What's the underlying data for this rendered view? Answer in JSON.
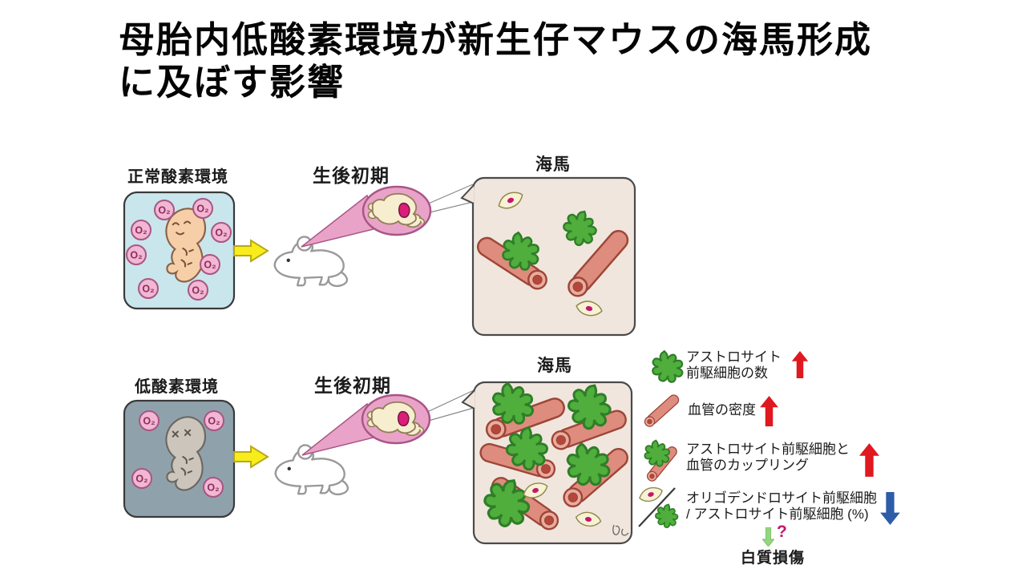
{
  "title": {
    "line1": "母胎内低酸素環境が新生仔マウスの海馬形成",
    "line2": "に及ぼす影響"
  },
  "shared": {
    "o2": "O₂",
    "postnatal_label": "生後初期",
    "hippocampus_label": "海馬"
  },
  "normoxia": {
    "label": "正常酸素環境",
    "o2_count": 8,
    "astrocyte_count": 2,
    "vessel_count": 2,
    "opc_count": 2
  },
  "hypoxia": {
    "label": "低酸素環境",
    "o2_count": 4,
    "astrocyte_count": 5,
    "vessel_count": 5,
    "opc_count": 2
  },
  "legend": {
    "items": [
      {
        "icon": "astrocyte-icon",
        "lines": [
          "アストロサイト",
          "前駆細胞の数"
        ],
        "direction": "up",
        "arrow_color": "#E0181F"
      },
      {
        "icon": "blood-vessel-icon",
        "lines": [
          "血管の密度"
        ],
        "direction": "up",
        "arrow_color": "#E0181F"
      },
      {
        "icon": "astrocyte-vessel-coupling-icon",
        "lines": [
          "アストロサイト前駆細胞と",
          "血管のカップリング"
        ],
        "direction": "up",
        "arrow_color": "#E0181F"
      },
      {
        "icon": "opc-astrocyte-ratio-icon",
        "lines": [
          "オリゴデンドロサイト前駆細胞",
          "/ アストロサイト前駆細胞 (%)"
        ],
        "direction": "down",
        "arrow_color": "#2D5CA9"
      }
    ],
    "outcome": {
      "question_mark": "?",
      "label": "白質損傷",
      "arrow_color": "#94D57E"
    }
  },
  "colors": {
    "normoxia_box": "#C9E6EC",
    "hypoxia_box": "#8FA2AC",
    "o2_fill": "#F2B7D2",
    "hippocampus_box": "#F0E6DD",
    "astrocyte": "#4FAE3C",
    "vessel": "#DD8C7D",
    "callout": "#E9A3C9",
    "transition_arrow": "#F8EC1A",
    "up_arrow": "#E0181F",
    "down_arrow": "#2D5CA9",
    "outcome_arrow": "#94D57E"
  }
}
